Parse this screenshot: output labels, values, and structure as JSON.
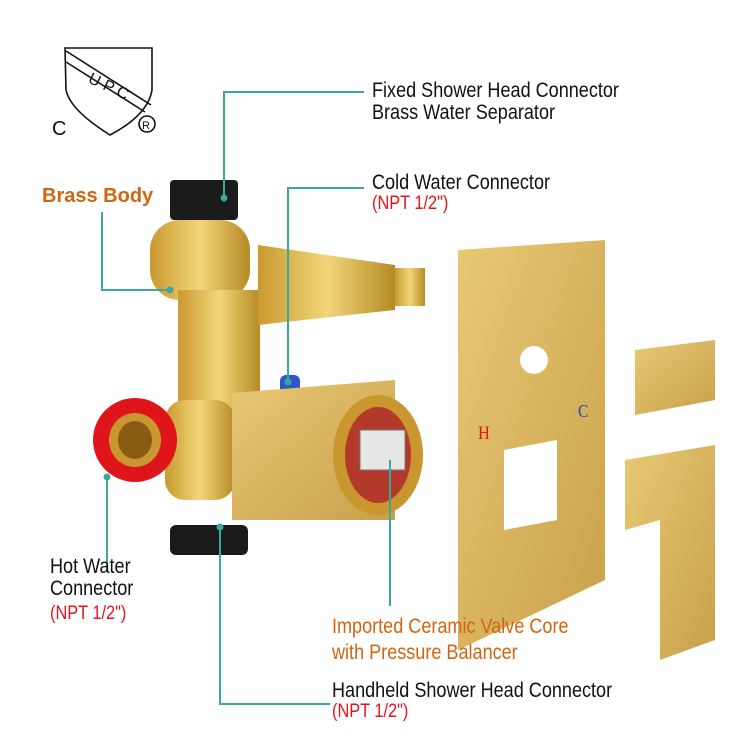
{
  "certification": {
    "logo_text": "UPC",
    "left_mark": "C",
    "right_mark": "®"
  },
  "labels": {
    "fixed_shower": {
      "line1": "Fixed Shower Head Connector",
      "line2": "Brass Water Separator"
    },
    "cold_water": {
      "title": "Cold Water Connector",
      "spec": "(NPT 1/2\")"
    },
    "brass_body": {
      "title": "Brass Body"
    },
    "hot_water": {
      "line1": "Hot Water",
      "line2": "Connector",
      "spec": "(NPT 1/2\")"
    },
    "valve_core": {
      "line1": "Imported Ceramic Valve Core",
      "line2": "with Pressure Balancer"
    },
    "handheld": {
      "title": "Handheld Shower Head Connector",
      "spec": "(NPT 1/2\")"
    }
  },
  "trim_plate": {
    "hot_mark": "H",
    "cold_mark": "C"
  },
  "colors": {
    "leader": "#3aa7a0",
    "accent_orange": "#d2650f",
    "spec_red": "#e8101a",
    "brass": "#d9b24a"
  }
}
